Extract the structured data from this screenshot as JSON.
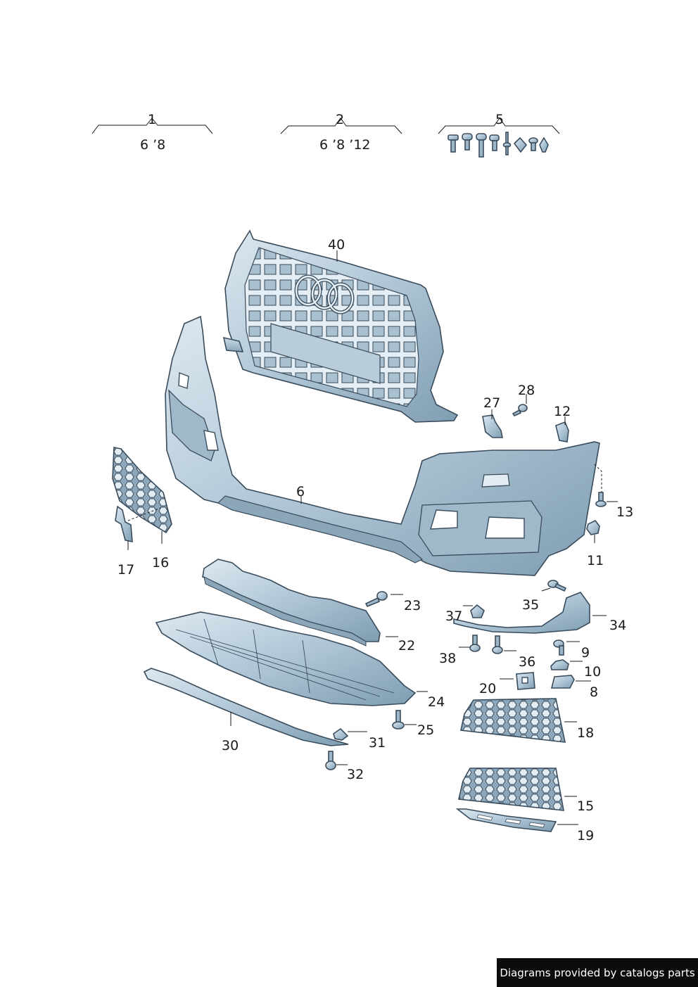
{
  "groups": [
    {
      "number": "1",
      "variants": "6 ’8"
    },
    {
      "number": "2",
      "variants": "6 ’8 ’12"
    },
    {
      "number": "5",
      "variants": ""
    }
  ],
  "callouts": [
    "40",
    "28",
    "27",
    "12",
    "6",
    "13",
    "11",
    "17",
    "16",
    "23",
    "22",
    "35",
    "37",
    "34",
    "9",
    "38",
    "36",
    "10",
    "20",
    "8",
    "24",
    "25",
    "18",
    "30",
    "31",
    "32",
    "15",
    "19"
  ],
  "credit": "Diagrams provided by catalogs parts"
}
